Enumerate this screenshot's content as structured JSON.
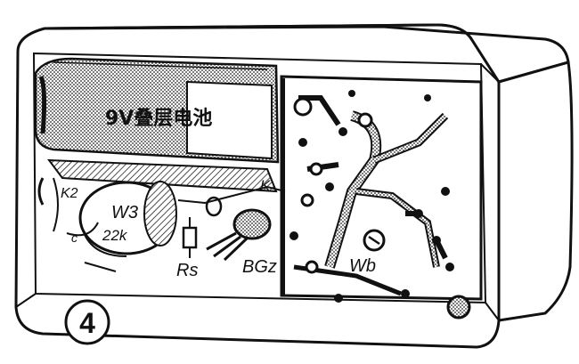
{
  "figure": {
    "number": "4",
    "battery_text": "9V叠层电池",
    "labels": {
      "k2": "K2",
      "w3": "W3",
      "w3_value": "22k",
      "c": "c",
      "k": "K",
      "rs": "Rs",
      "bgz": "BGz",
      "wb": "Wb"
    }
  }
}
